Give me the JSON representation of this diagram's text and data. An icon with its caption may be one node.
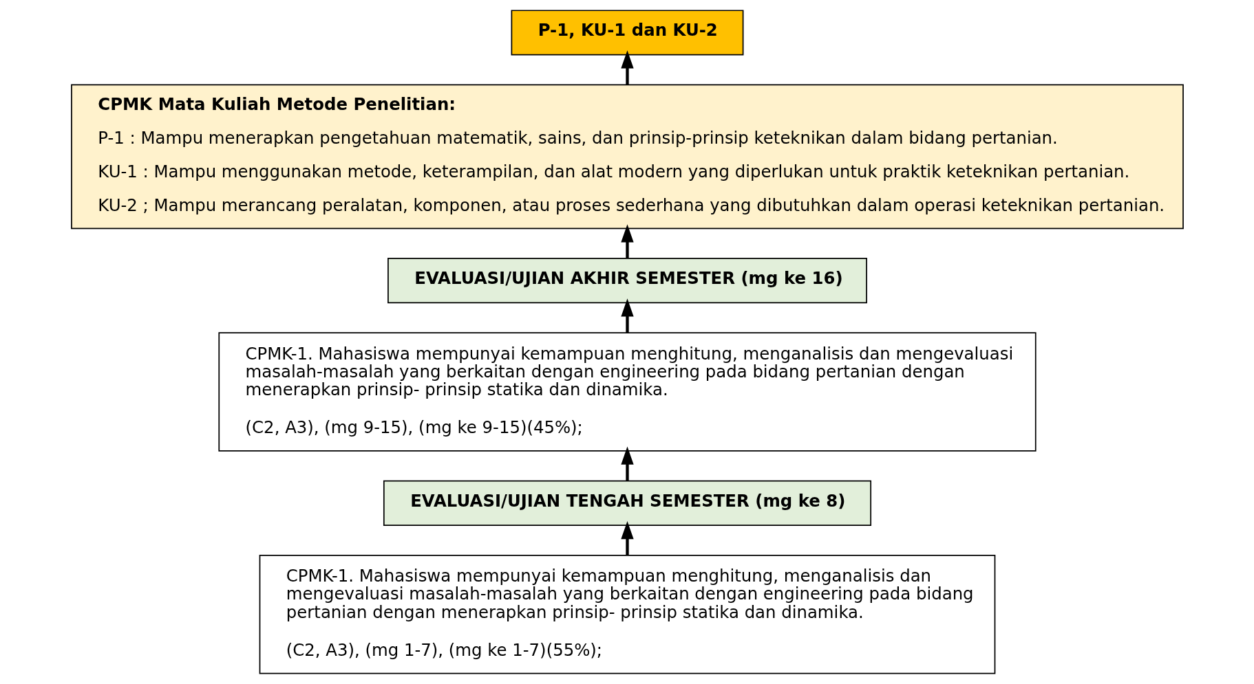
{
  "diagram": {
    "nodes": [
      {
        "text": [
          "P-1, KU-1 dan KU-2"
        ]
      },
      {
        "text": [
          "CPMK Mata Kuliah Metode Penelitian:",
          "P-1 : Mampu menerapkan pengetahuan matematik, sains, dan prinsip-prinsip keteknikan dalam bidang pertanian.",
          "KU-1 : Mampu menggunakan metode, keterampilan, dan alat modern yang diperlukan untuk praktik keteknikan pertanian.",
          "KU-2 ; Mampu merancang peralatan, komponen, atau proses sederhana yang dibutuhkan dalam operasi keteknikan pertanian."
        ]
      },
      {
        "text": [
          "EVALUASI/UJIAN AKHIR SEMESTER (mg ke 16)"
        ]
      },
      {
        "text": [
          "CPMK-1. Mahasiswa mempunyai kemampuan menghitung, menganalisis dan mengevaluasi masalah-masalah yang berkaitan dengan engineering pada bidang pertanian dengan menerapkan prinsip- prinsip statika dan dinamika.",
          "(C2, A3), (mg 9-15), (mg ke 9-15)(45%);"
        ]
      },
      {
        "text": [
          "EVALUASI/UJIAN TENGAH SEMESTER (mg ke 8)"
        ]
      },
      {
        "text": [
          "CPMK-1. Mahasiswa mempunyai kemampuan menghitung, menganalisis dan mengevaluasi masalah-masalah yang berkaitan dengan engineering pada bidang pertanian dengan menerapkan prinsip- prinsip statika dan dinamika.",
          "(C2, A3), (mg 1-7), (mg ke 1-7)(55%);"
        ]
      }
    ],
    "edges": [
      {
        "from": 5,
        "to": 4,
        "arrow": "to"
      },
      {
        "from": 4,
        "to": 3,
        "arrow": "to"
      },
      {
        "from": 3,
        "to": 2,
        "arrow": "to"
      },
      {
        "from": 2,
        "to": 1,
        "arrow": "to"
      },
      {
        "from": 1,
        "to": 0,
        "arrow": "to"
      }
    ]
  }
}
